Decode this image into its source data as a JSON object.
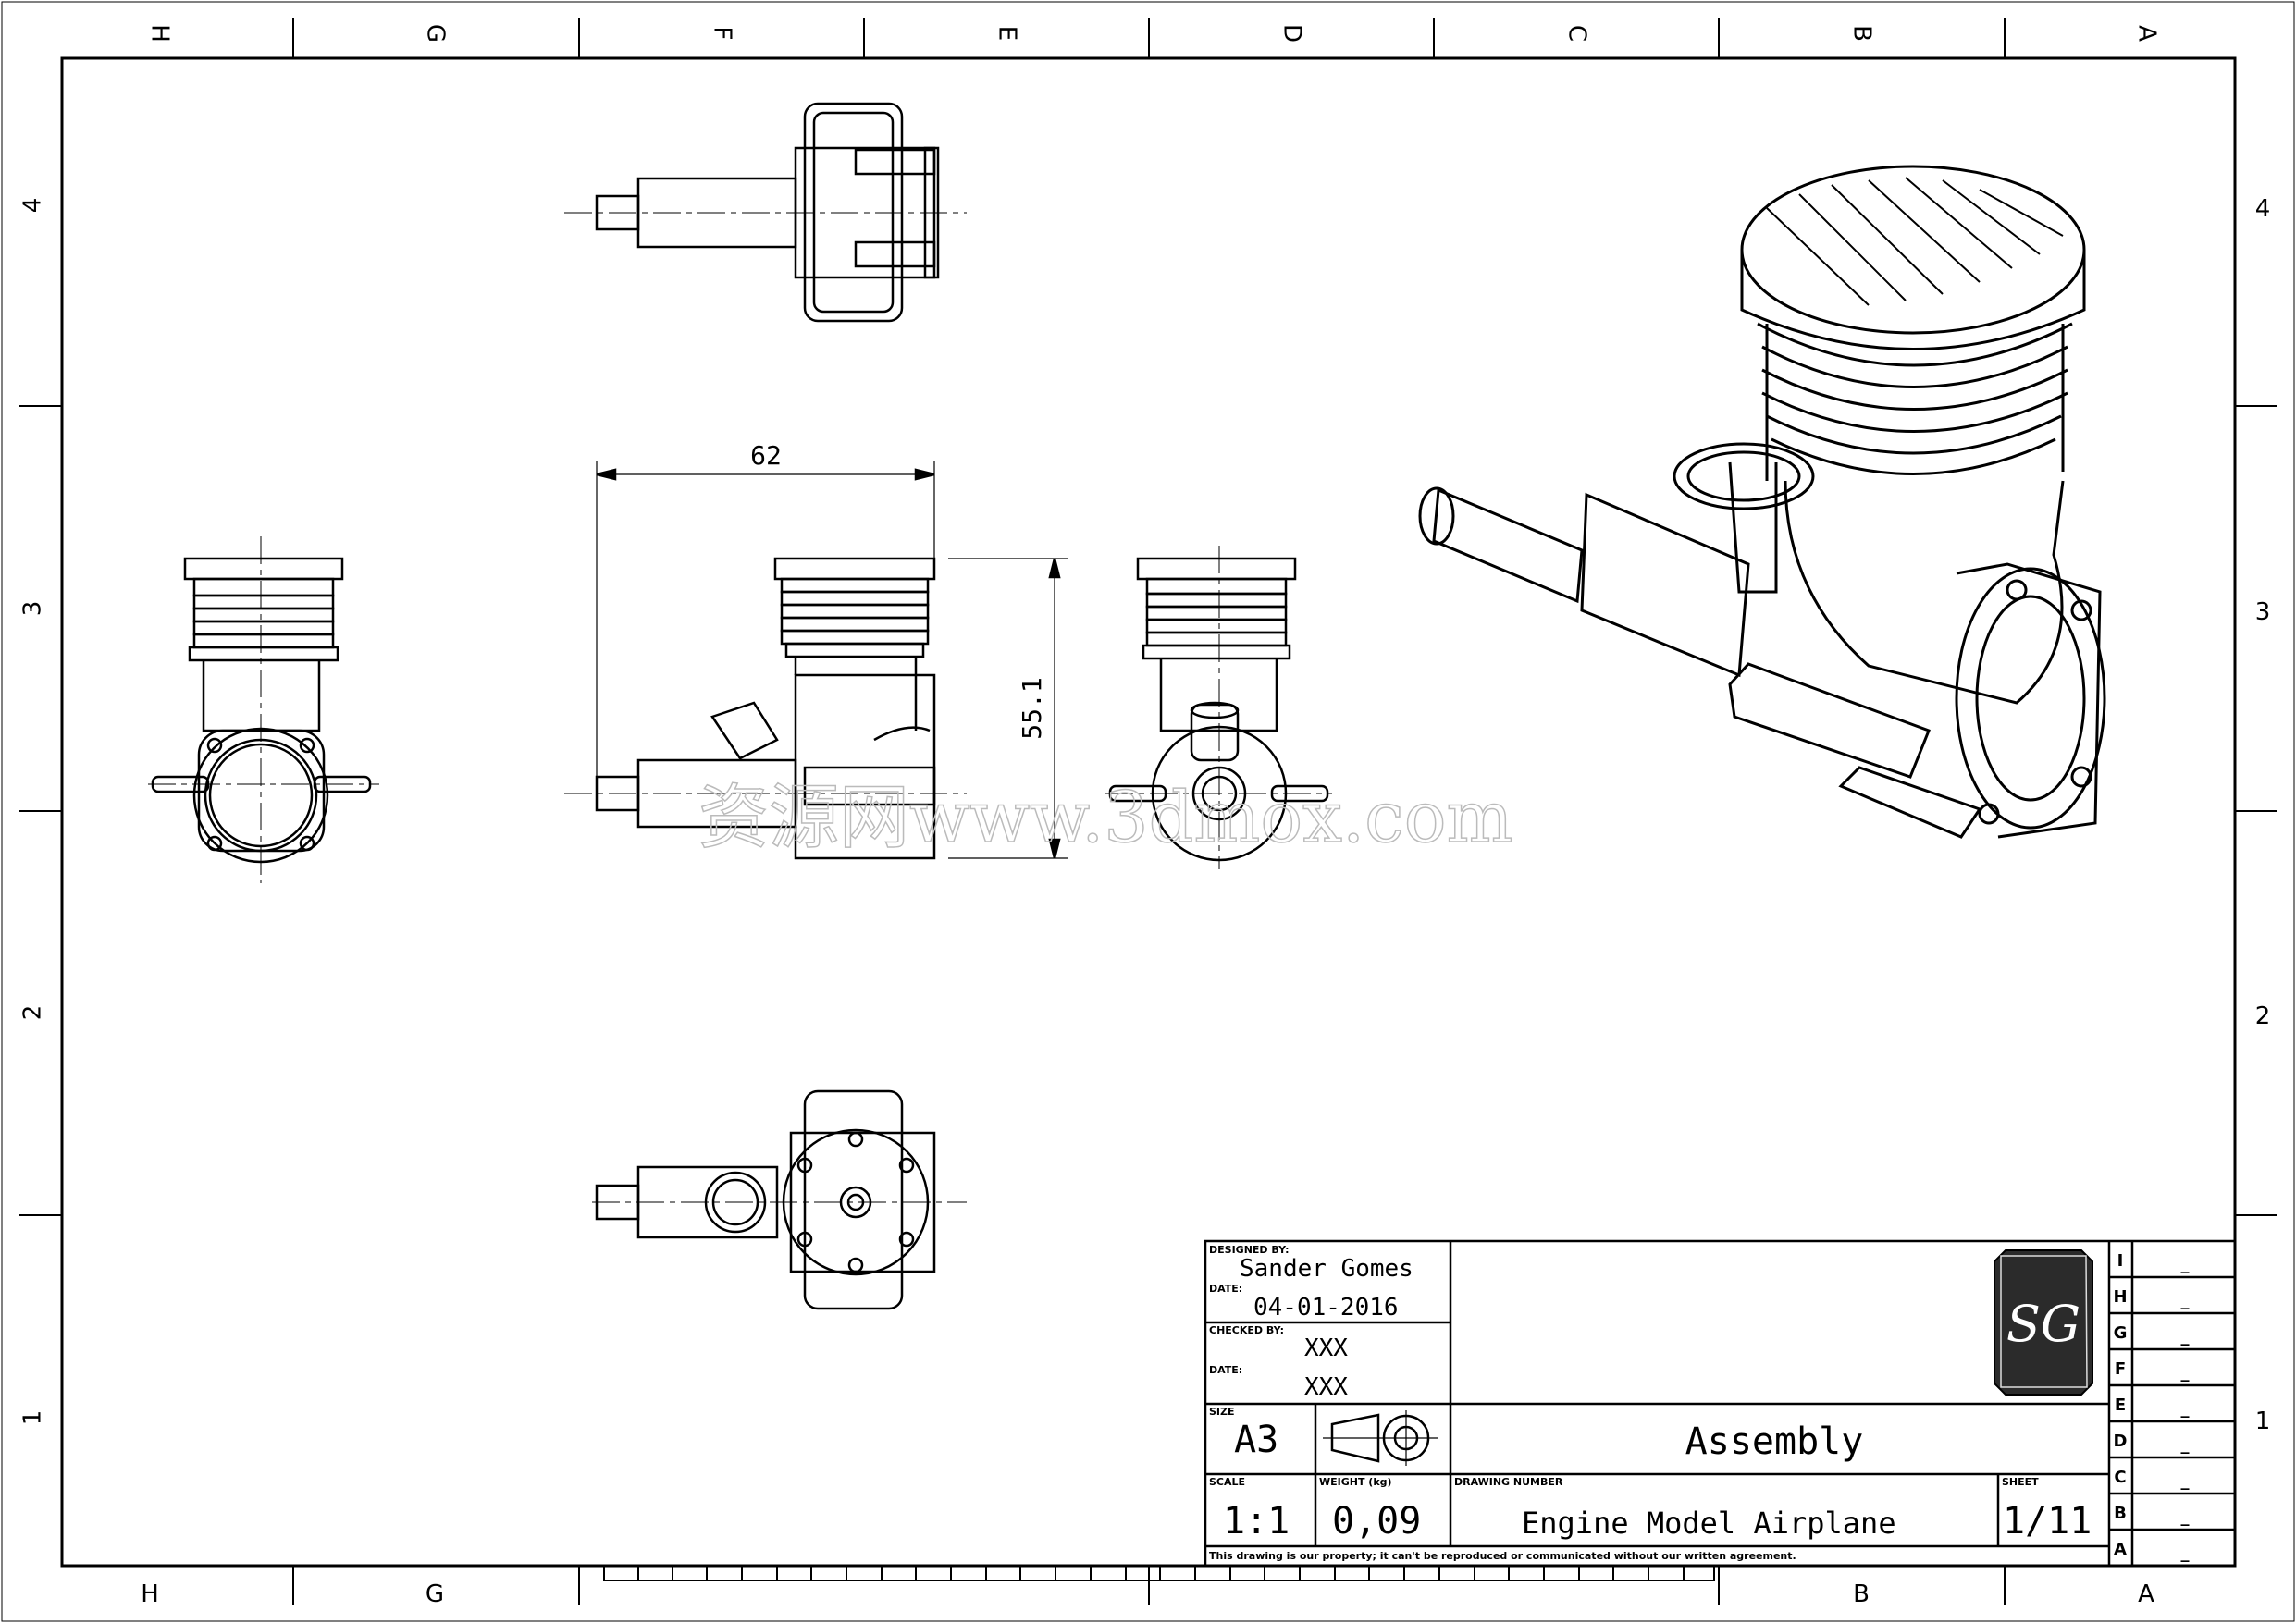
{
  "drawing": {
    "zones_top": [
      "H",
      "G",
      "F",
      "E",
      "D",
      "C",
      "B",
      "A"
    ],
    "zones_bottom": [
      "H",
      "G",
      "",
      "",
      "",
      "",
      "B",
      "A"
    ],
    "rows_left": [
      "4",
      "3",
      "2",
      "1"
    ],
    "rows_right": [
      "4",
      "3",
      "2",
      "1"
    ],
    "dimensions": {
      "width": "62",
      "height": "55.1"
    },
    "watermark": "资源网www.3dmox.com",
    "colors": {
      "line": "#000000",
      "paper": "#ffffff",
      "logo_bg": "#2b2b2b",
      "watermark": "#bbbbbb"
    }
  },
  "title_block": {
    "designed_by_label": "DESIGNED BY:",
    "designed_by": "Sander Gomes",
    "date_label": "DATE:",
    "date": "04-01-2016",
    "checked_by_label": "CHECKED BY:",
    "checked_by": "XXX",
    "date2_label": "DATE:",
    "date2": "XXX",
    "size_label": "SIZE",
    "size": "A3",
    "scale_label": "SCALE",
    "scale": "1:1",
    "weight_label": "WEIGHT (kg)",
    "weight": "0,09",
    "drawing_number_label": "DRAWING NUMBER",
    "drawing_number": "Engine Model Airplane",
    "sheet_label": "SHEET",
    "sheet": "1/11",
    "title": "Assembly",
    "logo_text": "SG",
    "footer": "This drawing is our property; it can't be reproduced or communicated without our written agreement.",
    "revisions": [
      {
        "letter": "I",
        "value": "_"
      },
      {
        "letter": "H",
        "value": "_"
      },
      {
        "letter": "G",
        "value": "_"
      },
      {
        "letter": "F",
        "value": "_"
      },
      {
        "letter": "E",
        "value": "_"
      },
      {
        "letter": "D",
        "value": "_"
      },
      {
        "letter": "C",
        "value": "_"
      },
      {
        "letter": "B",
        "value": "_"
      },
      {
        "letter": "A",
        "value": "_"
      }
    ]
  }
}
